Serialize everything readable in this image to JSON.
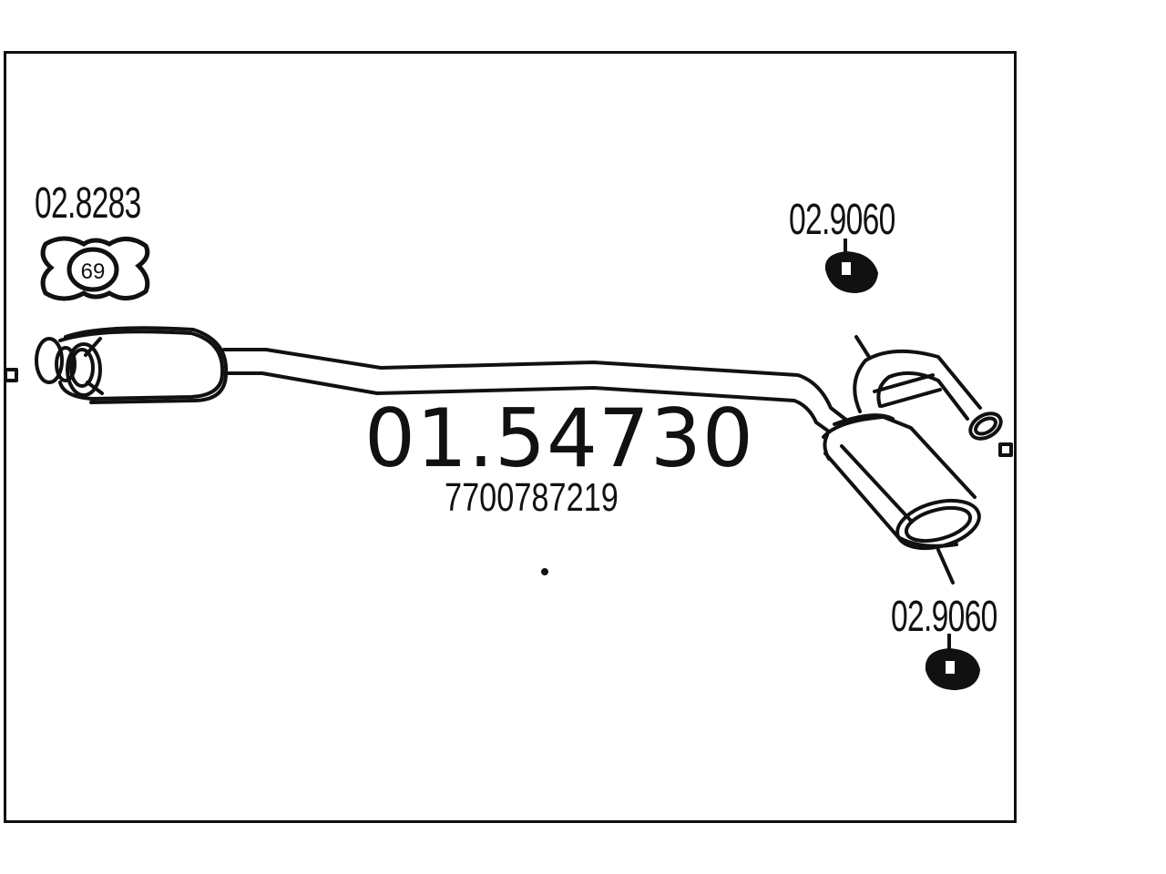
{
  "main_part_number": "01.54730",
  "oem_number": "7700787219",
  "accessories": {
    "clamp": {
      "part_number": "02.8283",
      "size_label": "69"
    },
    "mount_upper": {
      "part_number": "02.9060"
    },
    "mount_lower": {
      "part_number": "02.9060"
    }
  },
  "colors": {
    "line": "#111111",
    "background": "#ffffff"
  }
}
